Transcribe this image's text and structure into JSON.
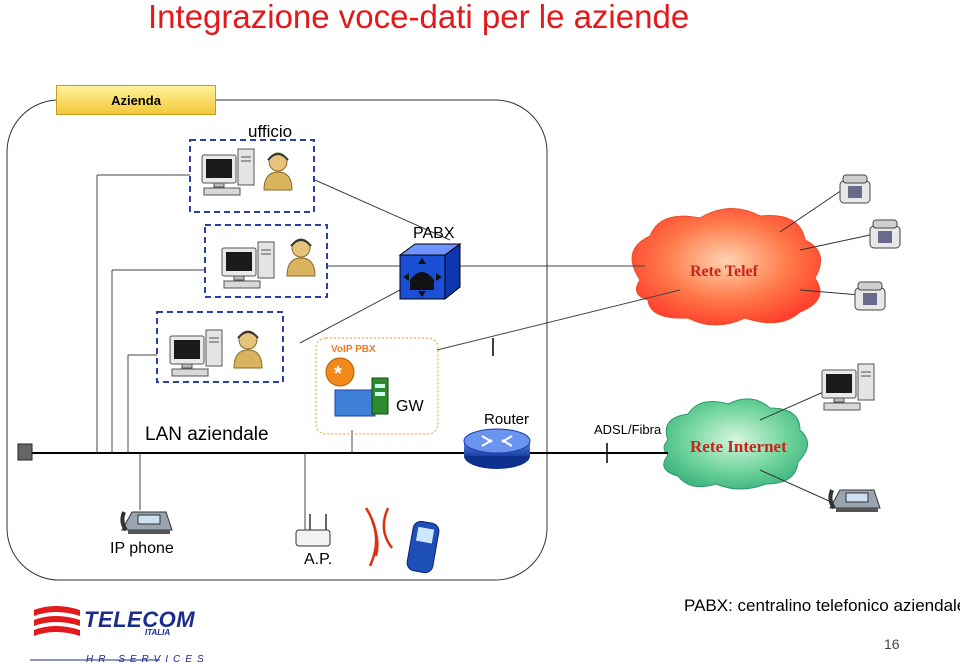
{
  "title": "Integrazione voce-dati per le aziende",
  "azienda_label": "Azienda",
  "labels": {
    "ufficio": "ufficio",
    "pabx": "PABX",
    "voip_pbx": "VoIP PBX",
    "gw": "GW",
    "lan": "LAN aziendale",
    "router": "Router",
    "adsl": "ADSL/Fibra",
    "rete_telef": "Rete Telef",
    "rete_internet": "Rete Internet",
    "ip_phone": "IP phone",
    "ap": "A.P."
  },
  "footer": {
    "definition": "PABX: centralino telefonico aziendale",
    "page_number": "16",
    "logo_name": "TELECOM",
    "logo_sub": "ITALIA",
    "logo_tagline": "HR SERVICES"
  },
  "colors": {
    "title": "#e3191b",
    "cloud_telef": "#ff5a3c",
    "cloud_internet": "#3fbd8a",
    "pabx_box": "#1b4fd6",
    "logo": "#1b2c8f"
  }
}
